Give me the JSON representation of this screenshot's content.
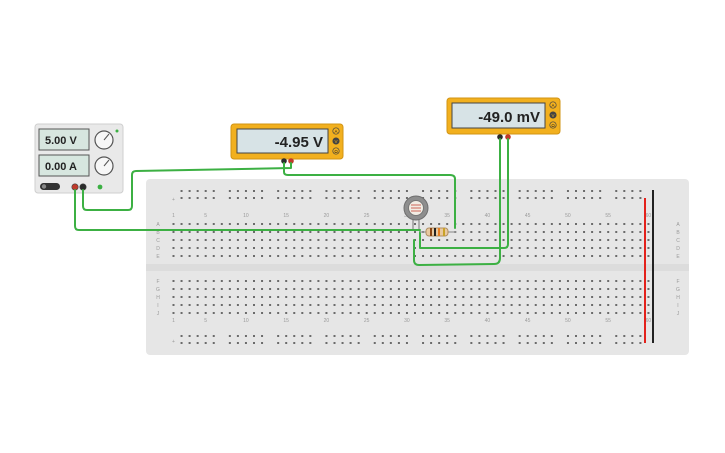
{
  "power_supply": {
    "voltage_display": "5.00 V",
    "current_display": "0.00 A"
  },
  "multimeter_1": {
    "reading": "-4.95 V",
    "mode_buttons": [
      "A",
      "V",
      "Ω"
    ]
  },
  "multimeter_2": {
    "reading": "-49.0 mV",
    "mode_buttons": [
      "A",
      "V",
      "Ω"
    ]
  },
  "breadboard": {
    "column_numbers": [
      "1",
      "5",
      "10",
      "15",
      "20",
      "25",
      "30",
      "35",
      "40",
      "45",
      "50",
      "55",
      "60"
    ],
    "row_letters_top": [
      "A",
      "B",
      "C",
      "D",
      "E"
    ],
    "row_letters_bottom": [
      "F",
      "G",
      "H",
      "I",
      "J"
    ]
  },
  "colors": {
    "wire": "#3cb043",
    "meter_body": "#f2b01e",
    "rail_red": "#e3211b",
    "rail_black": "#222222",
    "board": "#e6e6e6"
  },
  "icons": [
    "power-button-icon",
    "knob-icon",
    "photoresistor-icon",
    "resistor-icon"
  ]
}
